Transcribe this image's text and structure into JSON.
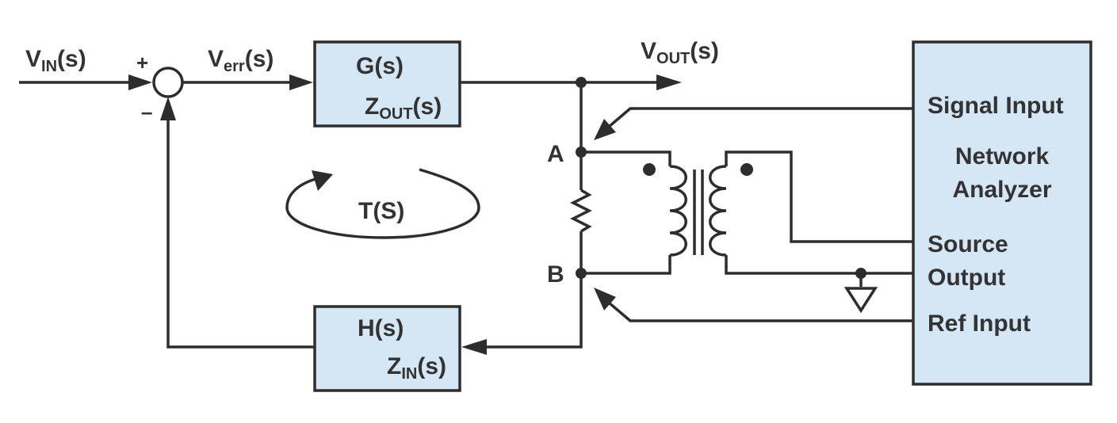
{
  "diagram": {
    "input": {
      "main": "V",
      "sub": "IN",
      "tail": "(s)"
    },
    "error": {
      "main": "V",
      "sub": "err",
      "tail": "(s)"
    },
    "output": {
      "main": "V",
      "sub": "OUT",
      "tail": "(s)"
    },
    "sum_plus": "+",
    "sum_minus": "–",
    "forward_block": {
      "transfer": "G(s)",
      "impedance": {
        "main": "Z",
        "sub": "OUT",
        "tail": "(s)"
      }
    },
    "feedback_block": {
      "transfer": "H(s)",
      "impedance": {
        "main": "Z",
        "sub": "IN",
        "tail": "(s)"
      }
    },
    "loop_gain": "T(S)",
    "node_a": "A",
    "node_b": "B",
    "analyzer": {
      "signal_input": "Signal Input",
      "title_line1": "Network",
      "title_line2": "Analyzer",
      "source_line1": "Source",
      "source_line2": "Output",
      "ref_input": "Ref Input"
    }
  }
}
